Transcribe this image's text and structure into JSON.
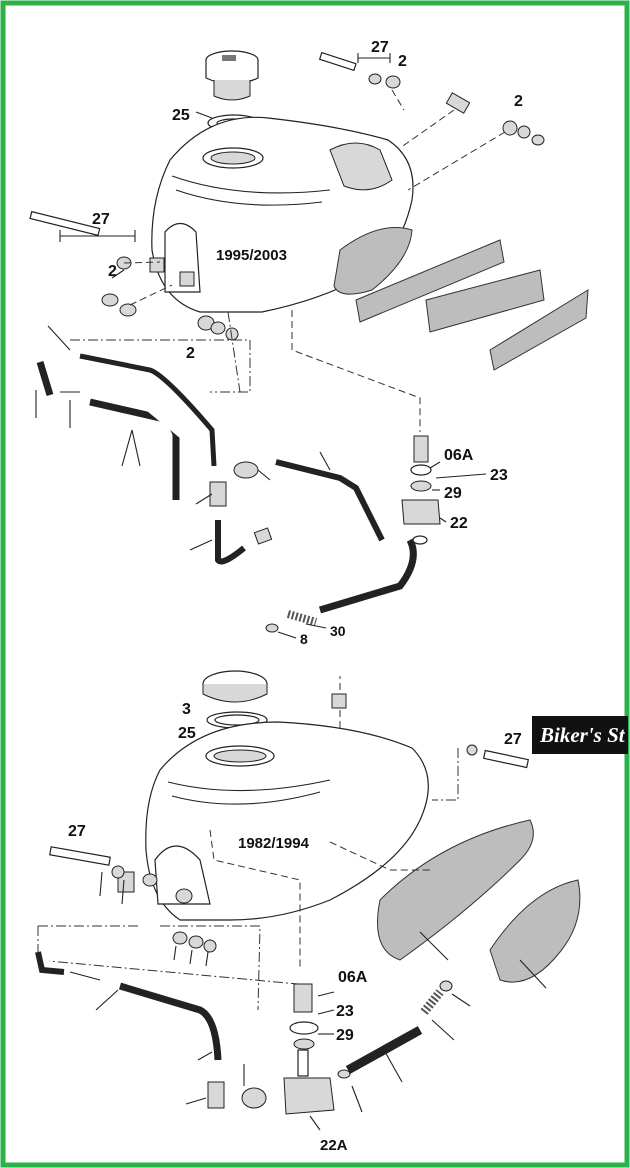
{
  "upper_diagram": {
    "year_label": "1995/2003",
    "callouts": {
      "p27a": "27",
      "p2a": "2",
      "p2b": "2",
      "p25": "25",
      "p27b": "27",
      "p2c": "2",
      "p2d": "2",
      "p06a": "06A",
      "p23": "23",
      "p29": "29",
      "p22": "22",
      "p8": "8",
      "p30": "30"
    }
  },
  "lower_diagram": {
    "year_label": "1982/1994",
    "callouts": {
      "p3": "3",
      "p25": "25",
      "p27a": "27",
      "p27b": "27",
      "p06a": "06A",
      "p23": "23",
      "p29": "29",
      "p22a": "22A"
    }
  },
  "watermark": "Biker's St",
  "colors": {
    "border": "#2db24a",
    "watermark_bg": "#111111",
    "watermark_text": "#ffffff"
  }
}
